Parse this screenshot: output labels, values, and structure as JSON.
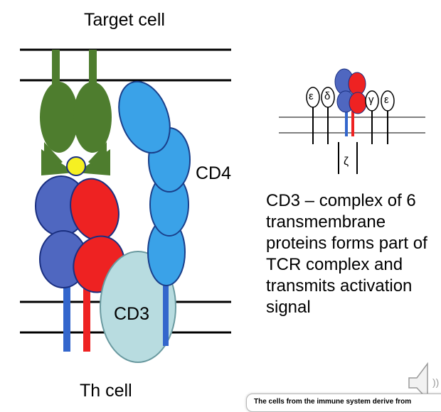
{
  "labels": {
    "target_cell": "Target cell",
    "th_cell": "Th cell",
    "cd4": "CD4",
    "cd3": "CD3",
    "epsilon_left": "ε",
    "delta": "δ",
    "gamma": "γ",
    "epsilon_right": "ε",
    "zeta": "ζ"
  },
  "description": {
    "lines": [
      "CD3 – complex of 6",
      "transmembrane",
      "proteins forms part of",
      "TCR complex and",
      "transmits activation",
      "signal"
    ]
  },
  "caption": {
    "text": "The cells from the immune system derive from"
  },
  "icons": {
    "speaker": "speaker-icon"
  },
  "colors": {
    "mhc_green": "#4e7d2e",
    "peptide_yellow": "#f6f022",
    "tcr_blue": "#4466bb",
    "tcr_red": "#ee2222",
    "cd4_blue": "#3aa2e8",
    "cd3_fill": "#b8dce0"
  }
}
